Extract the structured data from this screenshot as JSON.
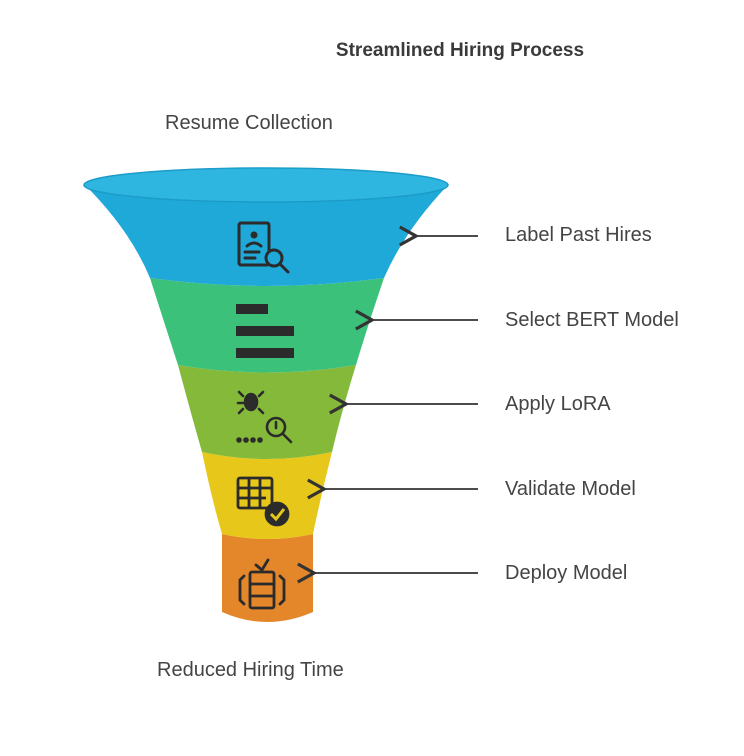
{
  "title": "Streamlined Hiring Process",
  "top_label": "Resume Collection",
  "bottom_label": "Reduced Hiring Time",
  "stages": [
    {
      "label": "Label Past Hires",
      "icon": "resume-search-icon",
      "color": "#1fa9d9"
    },
    {
      "label": "Select BERT Model",
      "icon": "bar-list-icon",
      "color": "#3cc17a"
    },
    {
      "label": "Apply LoRA",
      "icon": "bug-search-icon",
      "color": "#84b93a"
    },
    {
      "label": "Validate Model",
      "icon": "table-check-icon",
      "color": "#e7c81a"
    },
    {
      "label": "Deploy Model",
      "icon": "chip-icon",
      "color": "#e3872a"
    }
  ]
}
